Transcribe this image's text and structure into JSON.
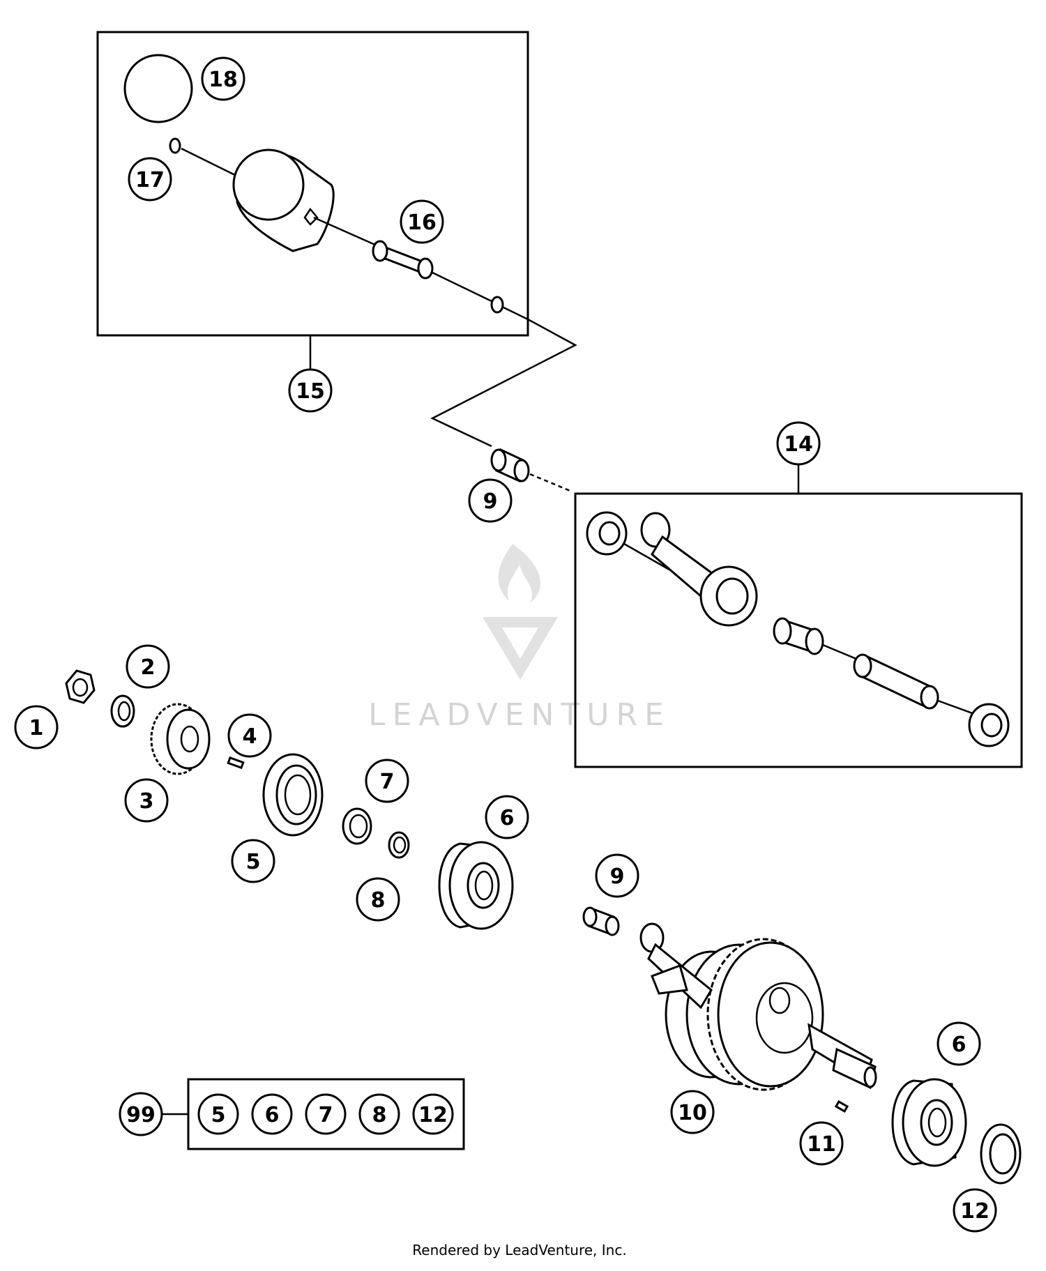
{
  "diagram": {
    "callouts": {
      "c1": "1",
      "c2": "2",
      "c3": "3",
      "c4": "4",
      "c5": "5",
      "c6a": "6",
      "c6b": "6",
      "c7": "7",
      "c8": "8",
      "c9a": "9",
      "c9b": "9",
      "c10": "10",
      "c11": "11",
      "c12": "12",
      "c14": "14",
      "c15": "15",
      "c16": "16",
      "c17": "17",
      "c18": "18"
    },
    "kit": {
      "label": "99",
      "items": [
        "5",
        "6",
        "7",
        "8",
        "12"
      ]
    },
    "watermark": "LEADVENTURE",
    "credit": "Rendered by LeadVenture, Inc."
  }
}
